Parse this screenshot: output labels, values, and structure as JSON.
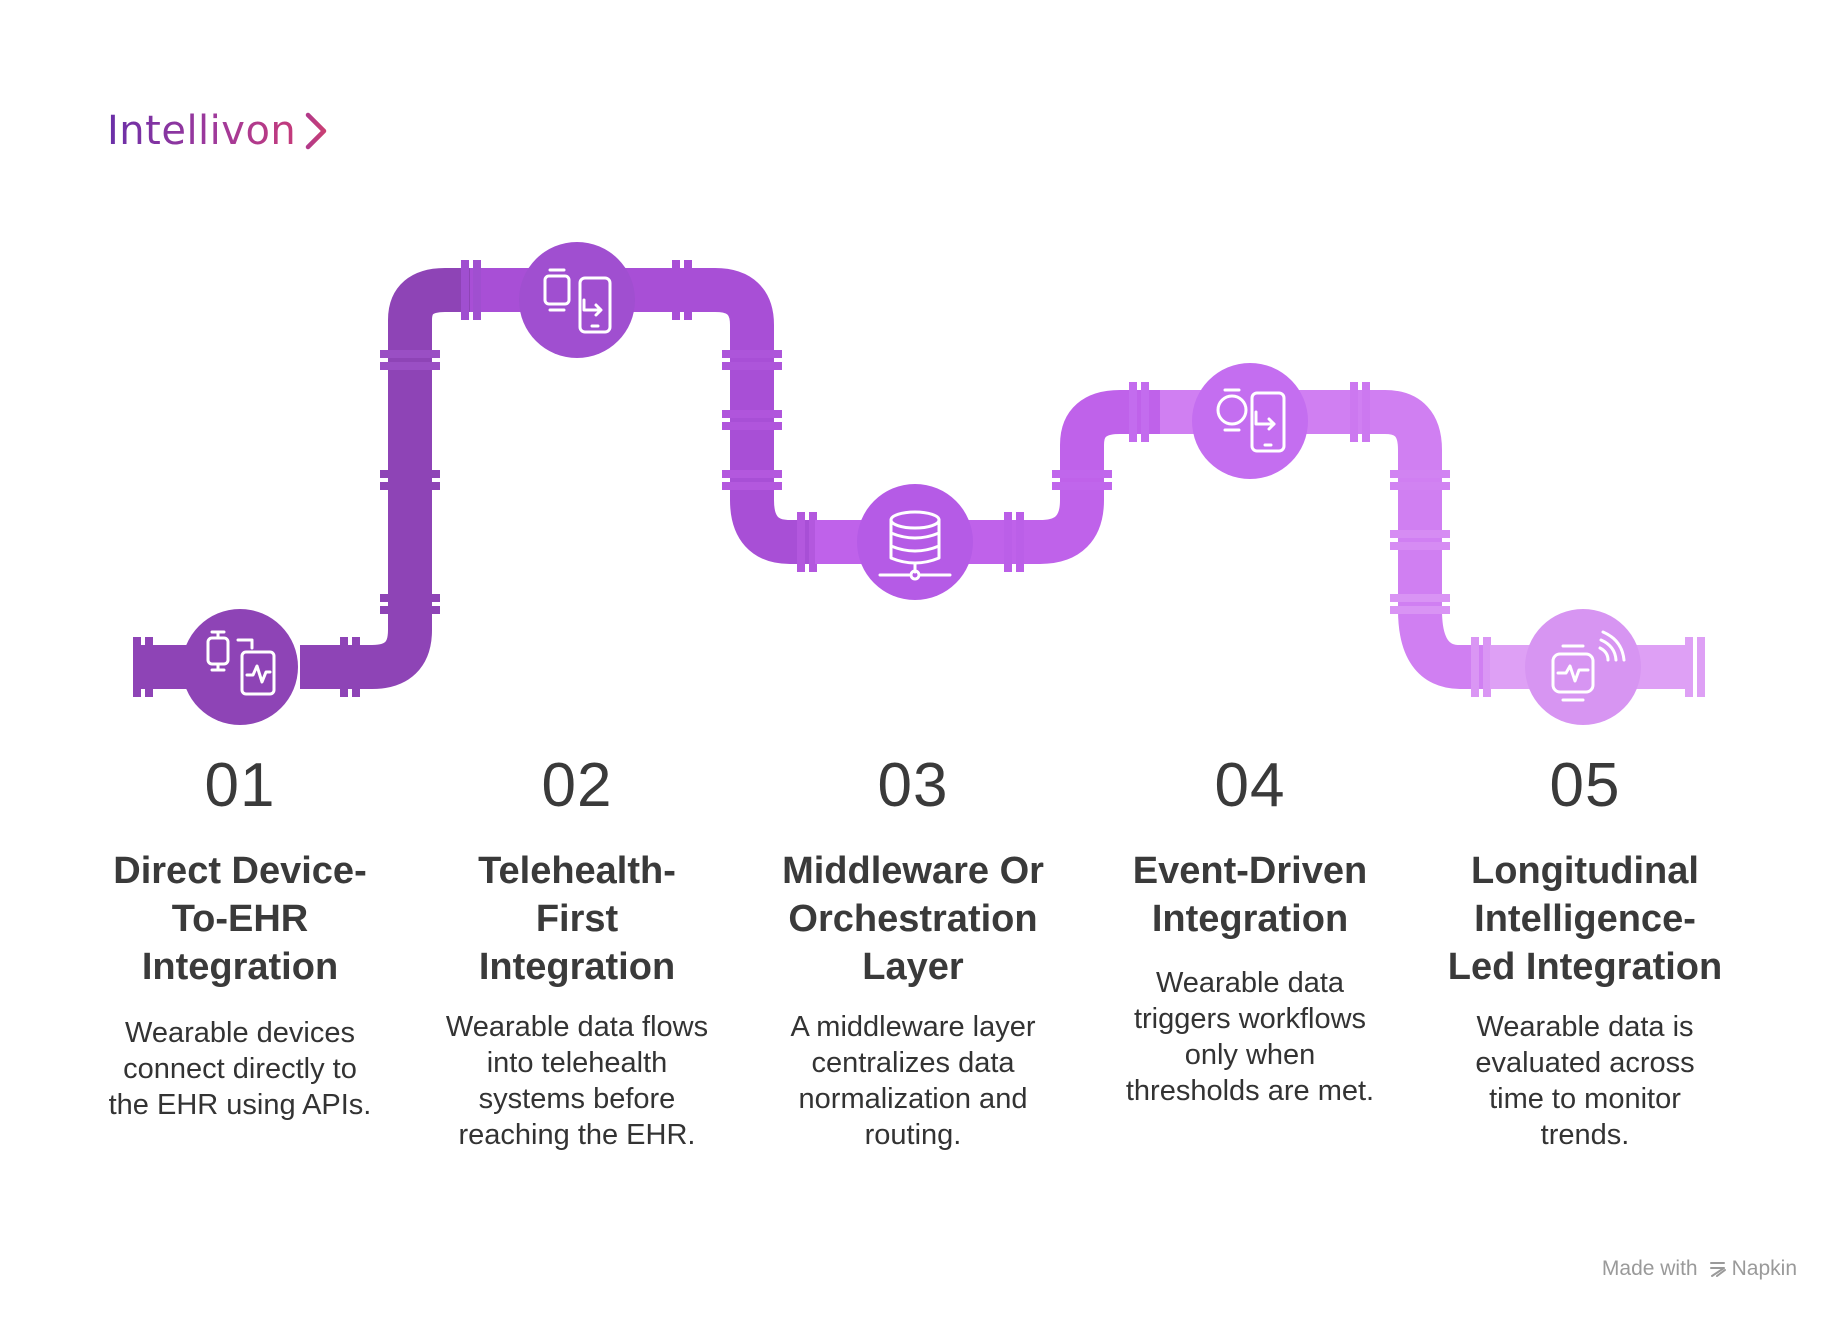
{
  "brand": {
    "name": "Intellivon"
  },
  "steps": [
    {
      "number": "01",
      "title": [
        "Direct Device-",
        "To-EHR",
        "Integration"
      ],
      "description": [
        "Wearable devices",
        "connect directly to",
        "the EHR using APIs."
      ],
      "icon": "watch-to-tablet-chart-icon",
      "color": "#8e44b6"
    },
    {
      "number": "02",
      "title": [
        "Telehealth-",
        "First",
        "Integration"
      ],
      "description": [
        "Wearable data flows",
        "into telehealth",
        "systems before",
        "reaching the EHR."
      ],
      "icon": "watch-phone-sync-icon",
      "color": "#a04fd0"
    },
    {
      "number": "03",
      "title": [
        "Middleware Or",
        "Orchestration",
        "Layer"
      ],
      "description": [
        "A middleware layer",
        "centralizes data",
        "normalization and",
        "routing."
      ],
      "icon": "database-network-icon",
      "color": "#b55be6"
    },
    {
      "number": "04",
      "title": [
        "Event-Driven",
        "Integration"
      ],
      "description": [
        "Wearable data",
        "triggers workflows",
        "only when",
        "thresholds are met."
      ],
      "icon": "watch-phone-transfer-icon",
      "color": "#c46ef0"
    },
    {
      "number": "05",
      "title": [
        "Longitudinal",
        "Intelligence-",
        "Led Integration"
      ],
      "description": [
        "Wearable data is",
        "evaluated across",
        "time to monitor",
        "trends."
      ],
      "icon": "smartwatch-heartbeat-wireless-icon",
      "color": "#d795f2"
    }
  ],
  "footer": {
    "made_with": "Made with",
    "tool": "Napkin"
  }
}
